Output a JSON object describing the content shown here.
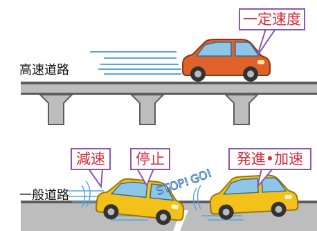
{
  "labels": {
    "highway": "高速道路",
    "local_road": "一般道路"
  },
  "bubbles": {
    "constant_speed": "一定速度",
    "decelerate": "減速",
    "stop": "停止",
    "start_accelerate": "発進•加速"
  },
  "callouts": {
    "stop": "STOP!",
    "go": "GO!"
  },
  "colors": {
    "road": "#bdbdbd",
    "road_edge": "#5c5c5c",
    "bubble_border": "#8a55b0",
    "bubble_text": "#d42b3e",
    "orange_car": "#e0622a",
    "yellow_car": "#f3c21a",
    "speed_lines": "#5aa5d8",
    "stop_go_text": "#2f6fb0"
  },
  "icons": [
    "orange-car-icon",
    "yellow-car-icon",
    "speed-lines-icon",
    "motion-lines-icon"
  ]
}
